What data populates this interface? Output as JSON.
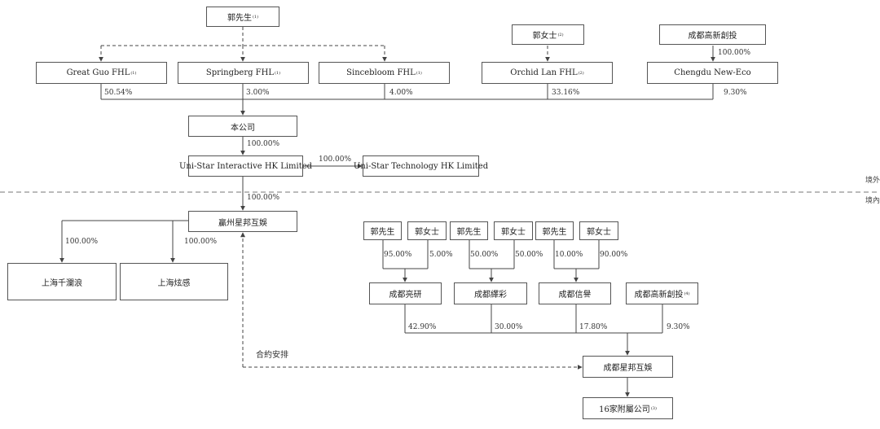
{
  "nodes": {
    "guo_top": {
      "text": "郭先生",
      "note": "(1)"
    },
    "great_guo": {
      "text": "Great Guo FHL",
      "note": "(1)"
    },
    "springberg": {
      "text": "Springberg FHL",
      "note": "(1)"
    },
    "sincebloom": {
      "text": "Sincebloom FHL",
      "note": "(1)"
    },
    "ms_guo_top": {
      "text": "郭女士",
      "note": "(2)"
    },
    "orchid": {
      "text": "Orchid Lan FHL",
      "note": "(2)"
    },
    "chengdu_hitech_top": {
      "text": "成都高新創投"
    },
    "chengdu_neweco": {
      "text": "Chengdu New-Eco"
    },
    "company": {
      "text": "本公司"
    },
    "unistar_interactive": {
      "text": "Uni-Star Interactive HK Limited"
    },
    "unistar_tech": {
      "text": "Uni-Star Technology HK Limited"
    },
    "ganzhou": {
      "text": "贏州星邦互娛"
    },
    "shanghai_qianlan": {
      "text": "上海千瀾浪"
    },
    "shanghai_xiangan": {
      "text": "上海炫感"
    },
    "p1": {
      "text": "郭先生"
    },
    "p2": {
      "text": "郭女士"
    },
    "p3": {
      "text": "郭先生"
    },
    "p4": {
      "text": "郭女士"
    },
    "p5": {
      "text": "郭先生"
    },
    "p6": {
      "text": "郭女士"
    },
    "cd_liangyan": {
      "text": "成都亮研"
    },
    "cd_yicai": {
      "text": "成都繹彩"
    },
    "cd_xinyu": {
      "text": "成都信譽"
    },
    "cd_hitech_bottom": {
      "text": "成都高新創投",
      "note": "(4)"
    },
    "cd_xingbang": {
      "text": "成都星邦互娛"
    },
    "subsidiaries": {
      "text": "16家附屬公司",
      "note": "(3)"
    }
  },
  "labels": {
    "chengdu_neweco_own": "100.00%",
    "great_guo_pct": "50.54%",
    "springberg_pct": "3.00%",
    "sincebloom_pct": "4.00%",
    "orchid_pct": "33.16%",
    "neweco_pct": "9.30%",
    "company_to_interactive": "100.00%",
    "interactive_to_tech": "100.00%",
    "interactive_to_ganzhou": "100.00%",
    "ganzhou_to_qianlan": "100.00%",
    "ganzhou_to_xiangan": "100.00%",
    "p1_pct": "95.00%",
    "p2_pct": "5.00%",
    "p3_pct": "50.00%",
    "p4_pct": "50.00%",
    "p5_pct": "10.00%",
    "p6_pct": "90.00%",
    "liangyan_pct": "42.90%",
    "yicai_pct": "30.00%",
    "xinyu_pct": "17.80%",
    "hitech_pct": "9.30%",
    "contract": "合約安排"
  },
  "sides": {
    "offshore": "境外",
    "onshore": "境內"
  }
}
